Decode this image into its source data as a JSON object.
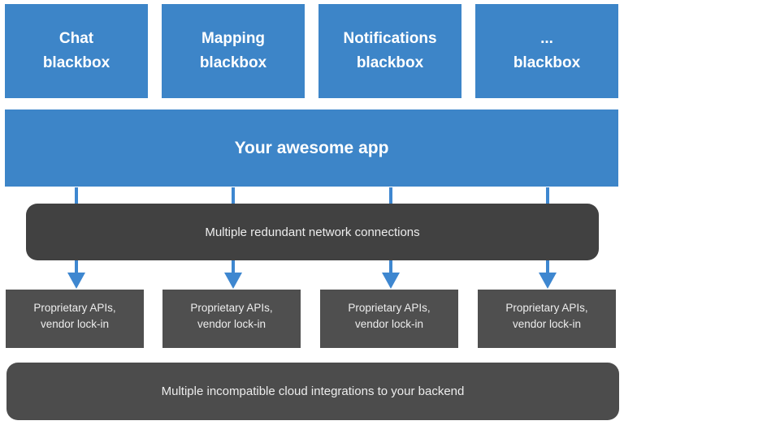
{
  "diagram": {
    "title_semantic": "vendor-lock-in-architecture-diagram",
    "blackboxes": [
      {
        "line1": "Chat",
        "line2": "blackbox"
      },
      {
        "line1": "Mapping",
        "line2": "blackbox"
      },
      {
        "line1": "Notifications",
        "line2": "blackbox"
      },
      {
        "line1": "...",
        "line2": "blackbox"
      }
    ],
    "app_box": {
      "label": "Your awesome app"
    },
    "network_box": {
      "label": "Multiple redundant network connections"
    },
    "api_boxes": [
      {
        "line1": "Proprietary APIs,",
        "line2": "vendor lock-in"
      },
      {
        "line1": "Proprietary APIs,",
        "line2": "vendor lock-in"
      },
      {
        "line1": "Proprietary APIs,",
        "line2": "vendor lock-in"
      },
      {
        "line1": "Proprietary APIs,",
        "line2": "vendor lock-in"
      }
    ],
    "backend_box": {
      "label": "Multiple incompatible cloud integrations to your backend"
    }
  },
  "colors": {
    "box_blue": "#3d85c8",
    "arrow_blue": "#3e87d0",
    "network_dark": "#414141",
    "api_gray": "#4f4f4f",
    "backend_gray": "#4c4c4c",
    "text_light": "#ededed",
    "text_white": "#ffffff",
    "bg": "#ffffff"
  }
}
